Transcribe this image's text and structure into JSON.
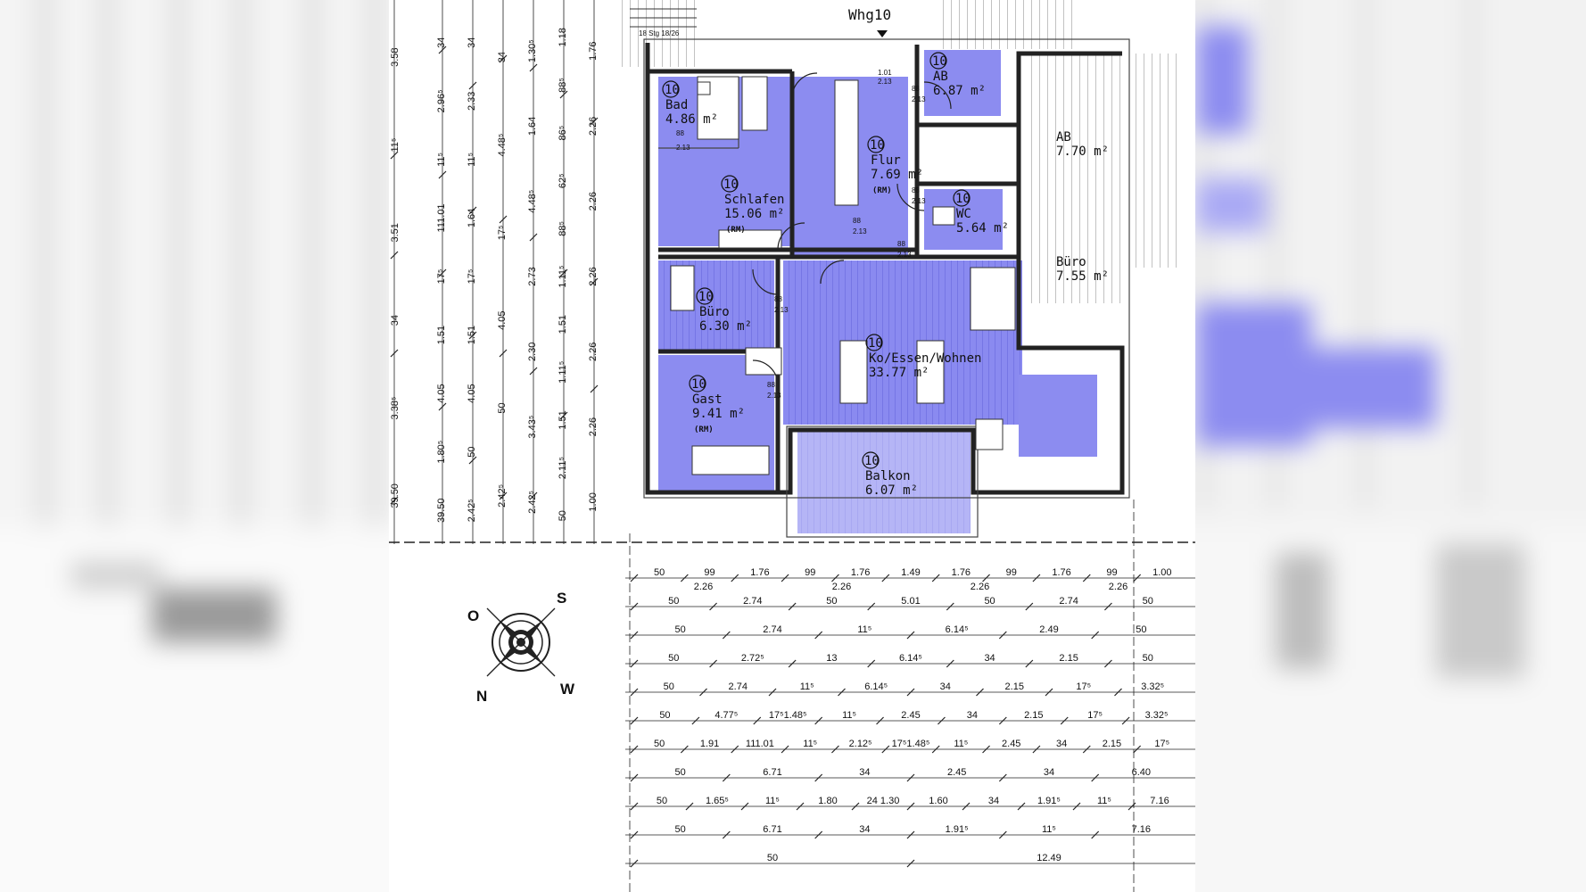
{
  "plan": {
    "unit_label": "Whg10",
    "stair_note": "18 Stg 18/26",
    "rooms": [
      {
        "key": "bad",
        "number": "10",
        "name": "Bad",
        "area": "4.86 m²",
        "rm": ""
      },
      {
        "key": "schlafen",
        "number": "10",
        "name": "Schlafen",
        "area": "15.06 m²",
        "rm": "(RM)"
      },
      {
        "key": "flur",
        "number": "10",
        "name": "Flur",
        "area": "7.69 m²",
        "rm": "(RM)"
      },
      {
        "key": "ab",
        "number": "10",
        "name": "AB",
        "area": "6.87 m²",
        "rm": ""
      },
      {
        "key": "wc",
        "number": "10",
        "name": "WC",
        "area": "5.64 m²",
        "rm": ""
      },
      {
        "key": "buero",
        "number": "10",
        "name": "Büro",
        "area": "6.30 m²",
        "rm": ""
      },
      {
        "key": "ko",
        "number": "10",
        "name": "Ko/Essen/Wohnen",
        "area": "33.77 m²",
        "rm": ""
      },
      {
        "key": "gast",
        "number": "10",
        "name": "Gast",
        "area": "9.41 m²",
        "rm": "(RM)"
      },
      {
        "key": "balkon",
        "number": "10",
        "name": "Balkon",
        "area": "6.07 m²",
        "rm": ""
      }
    ],
    "neighbor_rooms": [
      {
        "key": "ab2",
        "name": "AB",
        "area": "7.70 m²"
      },
      {
        "key": "buero2",
        "name": "Büro",
        "area": "7.55 m²"
      }
    ],
    "door_heights": [
      "88",
      "2.13",
      "1.01",
      "2.13",
      "88",
      "2.13",
      "88",
      "2.13",
      "88",
      "2.13",
      "88",
      "2.13",
      "88",
      "2.13",
      "88",
      "2.13"
    ]
  },
  "compass": {
    "north": "N",
    "east": "O",
    "south": "S",
    "west": "W"
  },
  "bottom_dims": [
    [
      "50",
      "99",
      "1.76",
      "99",
      "1.76",
      "1.49",
      "1.76",
      "99",
      "1.76",
      "99",
      "1.00"
    ],
    [
      "2.26",
      "2.26",
      "2.26",
      "2.26"
    ],
    [
      "50",
      "2.74",
      "50",
      "5.01",
      "50",
      "2.74",
      "50"
    ],
    [
      "50",
      "2.74",
      "11⁵",
      "6.14⁵",
      "2.49",
      "50"
    ],
    [
      "50",
      "2.72⁵",
      "13",
      "6.14⁵",
      "34",
      "2.15",
      "50"
    ],
    [
      "50",
      "2.74",
      "11⁵",
      "6.14⁵",
      "34",
      "2.15",
      "17⁵",
      "3.32⁵"
    ],
    [
      "50",
      "4.77⁵",
      "17⁵1.48⁵",
      "11⁵",
      "2.45",
      "34",
      "2.15",
      "17⁵",
      "3.32⁵"
    ],
    [
      "50",
      "1.91",
      "111.01",
      "11⁵",
      "2.12⁵",
      "17⁵1.48⁵",
      "11⁵",
      "2.45",
      "34",
      "2.15",
      "17⁵"
    ],
    [
      "50",
      "6.71",
      "34",
      "2.45",
      "34",
      "6.40"
    ],
    [
      "50",
      "1.65⁵",
      "11⁵",
      "1.80",
      "24 1.30",
      "1.60",
      "34",
      "1.91⁵",
      "11⁵",
      "7.16"
    ],
    [
      "50",
      "6.71",
      "34",
      "1.91⁵",
      "11⁵",
      "7.16"
    ],
    [
      "50",
      "12.49"
    ]
  ],
  "left_dims": [
    [
      "1.76",
      "2.26",
      "2.26",
      "2.26",
      "2.26",
      "2.26",
      "1.00"
    ],
    [
      "1.18",
      "88⁵",
      "86⁵",
      "62⁵",
      "88⁵",
      "1.11⁵",
      "1.51",
      "1.11⁵",
      "1.51",
      "2.11⁵",
      "50"
    ],
    [
      "1.30⁵",
      "1.64",
      "4.48⁵",
      "2.73",
      "2.30",
      "3.43⁵",
      "2.42⁵"
    ],
    [
      "34",
      "4.48⁵",
      "17⁵",
      "4.05",
      "50",
      "2.42⁵"
    ],
    [
      "34",
      "2.33",
      "11⁵",
      "1.64",
      "17⁵",
      "1.51",
      "4.05",
      "50",
      "2.42⁵"
    ],
    [
      "34",
      "2.96⁵",
      "11⁵",
      "111.01",
      "17⁵",
      "1.51",
      "4.05",
      "1.80⁵",
      "39.50"
    ],
    [
      "3.58",
      "11⁵",
      "3.51",
      "34",
      "3.38⁵",
      "39.50"
    ]
  ]
}
